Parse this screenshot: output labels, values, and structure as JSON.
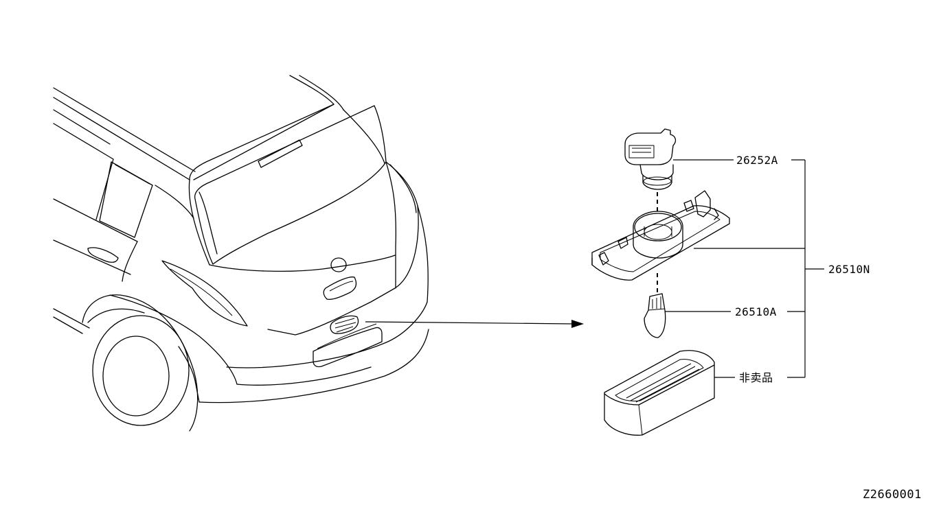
{
  "parts": [
    {
      "id": "socket",
      "label": "26252A"
    },
    {
      "id": "lamp-assembly",
      "label": "26510N"
    },
    {
      "id": "bulb",
      "label": "26510A"
    },
    {
      "id": "lens-not-sold",
      "label": "非卖品"
    }
  ],
  "diagram_code": "Z2660001"
}
